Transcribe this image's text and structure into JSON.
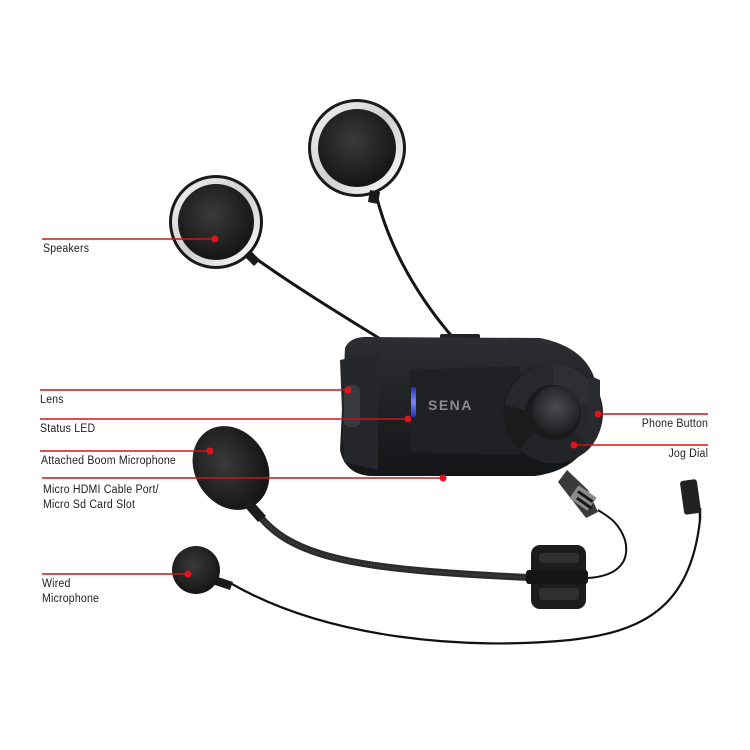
{
  "product": {
    "brand_logo": "SENA",
    "colors": {
      "callout_line": "#d0121b",
      "callout_dot": "#e1141c",
      "status_led": "#3a4cff",
      "device_body": "#1c1d1f",
      "background": "#ffffff",
      "label_text": "#222222"
    }
  },
  "callouts": [
    {
      "id": "speakers",
      "label": "Speakers",
      "side": "left"
    },
    {
      "id": "lens",
      "label": "Lens",
      "side": "left"
    },
    {
      "id": "status-led",
      "label": "Status LED",
      "side": "left"
    },
    {
      "id": "boom-mic",
      "label": "Attached Boom Microphone",
      "side": "left"
    },
    {
      "id": "hdmi-port",
      "label_line1": "Micro HDMI Cable Port/",
      "label_line2": "Micro Sd Card Slot",
      "side": "left"
    },
    {
      "id": "wired-mic",
      "label_line1": "Wired",
      "label_line2": "Microphone",
      "side": "left"
    },
    {
      "id": "phone-button",
      "label": "Phone Button",
      "side": "right"
    },
    {
      "id": "jog-dial",
      "label": "Jog Dial",
      "side": "right"
    }
  ]
}
